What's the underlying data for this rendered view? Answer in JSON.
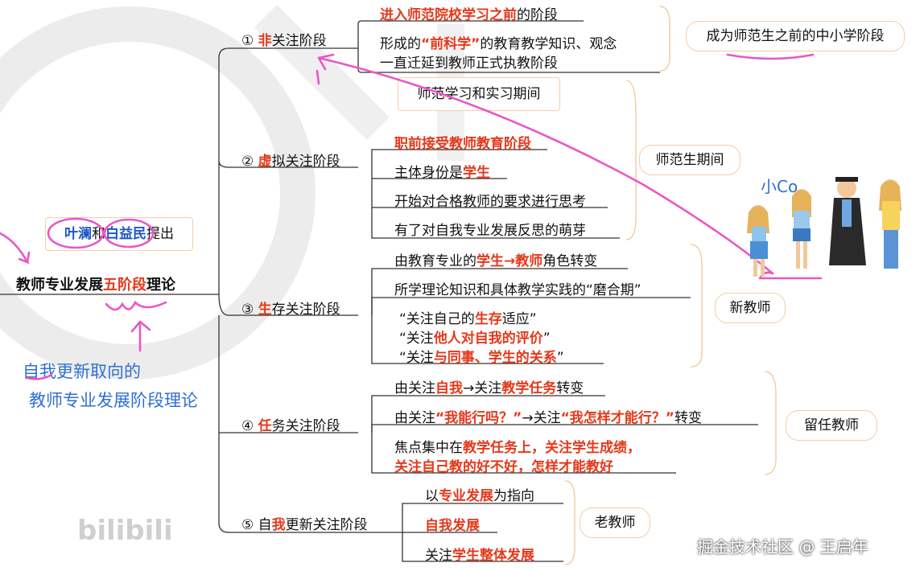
{
  "root": {
    "prefix": "教师专业发展",
    "highlight": "五阶段",
    "suffix": "理论"
  },
  "author_note": {
    "name1": "叶澜",
    "and": "和",
    "name2": "白益民",
    "tail": "提出"
  },
  "stages": [
    {
      "num": "①",
      "key": "非",
      "rest": "关注阶段"
    },
    {
      "num": "②",
      "key": "虚",
      "rest": "拟关注阶段"
    },
    {
      "num": "③",
      "key": "生",
      "rest": "存关注阶段"
    },
    {
      "num": "④",
      "key": "任",
      "rest": "务关注阶段"
    },
    {
      "num": "⑤",
      "pre": "自",
      "key": "我",
      "rest": "更新关注阶段"
    }
  ],
  "s1": {
    "l1_red": "进入师范院校学习之前",
    "l1_tail": "的阶段",
    "l2_a": "形成的",
    "l2_red": "“前科学”",
    "l2_b": "的教育教学知识、观念",
    "l3": "一直迁延到教师正式执教阶段",
    "note": "成为师范生之前的中小学阶段"
  },
  "s2": {
    "callout": "师范学习和实习期间",
    "i1_red": "职前接受教师教育阶段",
    "i2_a": "主体身份是",
    "i2_red": "学生",
    "i3": "开始对合格教师的要求进行思考",
    "i4": "有了对自我专业发展反思的萌芽",
    "group": "师范生期间"
  },
  "s3": {
    "i1_a": "由教育专业的",
    "i1_red": "学生→教师",
    "i1_b": "角色转变",
    "i2": "所学理论知识和具体教学实践的“磨合期”",
    "i3_a": "“关注自己的",
    "i3_red": "生存",
    "i3_b": "适应”",
    "i4_a": "“关注",
    "i4_red": "他人对自我的评价",
    "i4_b": "”",
    "i5_a": "“关注",
    "i5_red": "与同事、学生的关系",
    "i5_b": "”",
    "group": "新教师"
  },
  "s4": {
    "i1_a": "由关注",
    "i1_red1": "自我",
    "i1_b": "→关注",
    "i1_red2": "教学任务",
    "i1_c": "转变",
    "i2_a": "由关注",
    "i2_red1": "“我能行吗？”",
    "i2_b": "→关注",
    "i2_red2": "“我怎样才能行？”",
    "i2_c": "转变",
    "i3_a": "焦点集中在",
    "i3_red": "教学任务上，关注学生成绩，",
    "i4_red": "关注自己教的好不好，怎样才能教好",
    "group": "留任教师"
  },
  "s5": {
    "i1_a": "以",
    "i1_red": "专业发展",
    "i1_b": "为指向",
    "i2_red": "自我发展",
    "i3_a": "关注",
    "i3_red": "学生整体发展",
    "group": "老教师"
  },
  "handwriting": {
    "line1": "自我更新取向的",
    "line2": "教师专业发展阶段理论",
    "label": "小Co"
  },
  "watermark": {
    "bili": "bilibili",
    "credit": "掘金技术社区 @ 王启年"
  },
  "colors": {
    "accent": "#e5381a",
    "line": "#333333",
    "bubble_border": "#f2cfa6",
    "annot": "#e957c8",
    "hand": "#2f6fd4"
  }
}
